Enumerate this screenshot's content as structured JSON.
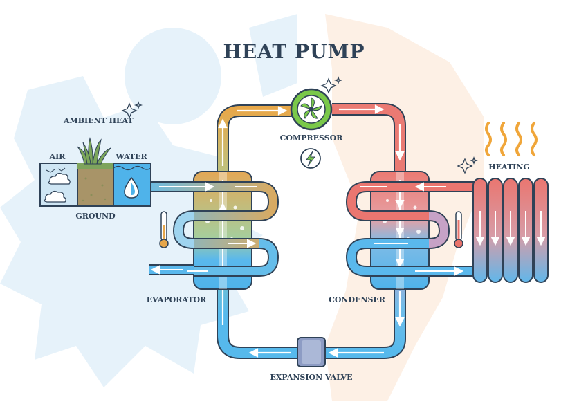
{
  "title": "HEAT PUMP",
  "labels": {
    "ambient_heat": "AMBIENT HEAT",
    "air": "AIR",
    "water": "WATER",
    "ground": "GROUND",
    "compressor": "COMPRESSOR",
    "heating": "HEATING",
    "evaporator": "EVAPORATOR",
    "condenser": "CONDENSER",
    "expansion_valve": "EXPANSION VALVE"
  },
  "colors": {
    "cold": "#4fb8ec",
    "warm": "#e6a64a",
    "hot": "#e8736b",
    "compressor_green": "#7ac84a",
    "title": "#2f4257",
    "cold_bg": "#e3f1fa",
    "warm_bg": "#fdeee2"
  },
  "icons": [
    "snowflake-background-icon",
    "sun-background-icon",
    "sparkle-icon",
    "cloud-icon",
    "water-drop-icon",
    "grass-icon",
    "thermometer-icon",
    "lightning-icon",
    "fan-icon",
    "heat-wave-icon",
    "radiator-icon"
  ]
}
